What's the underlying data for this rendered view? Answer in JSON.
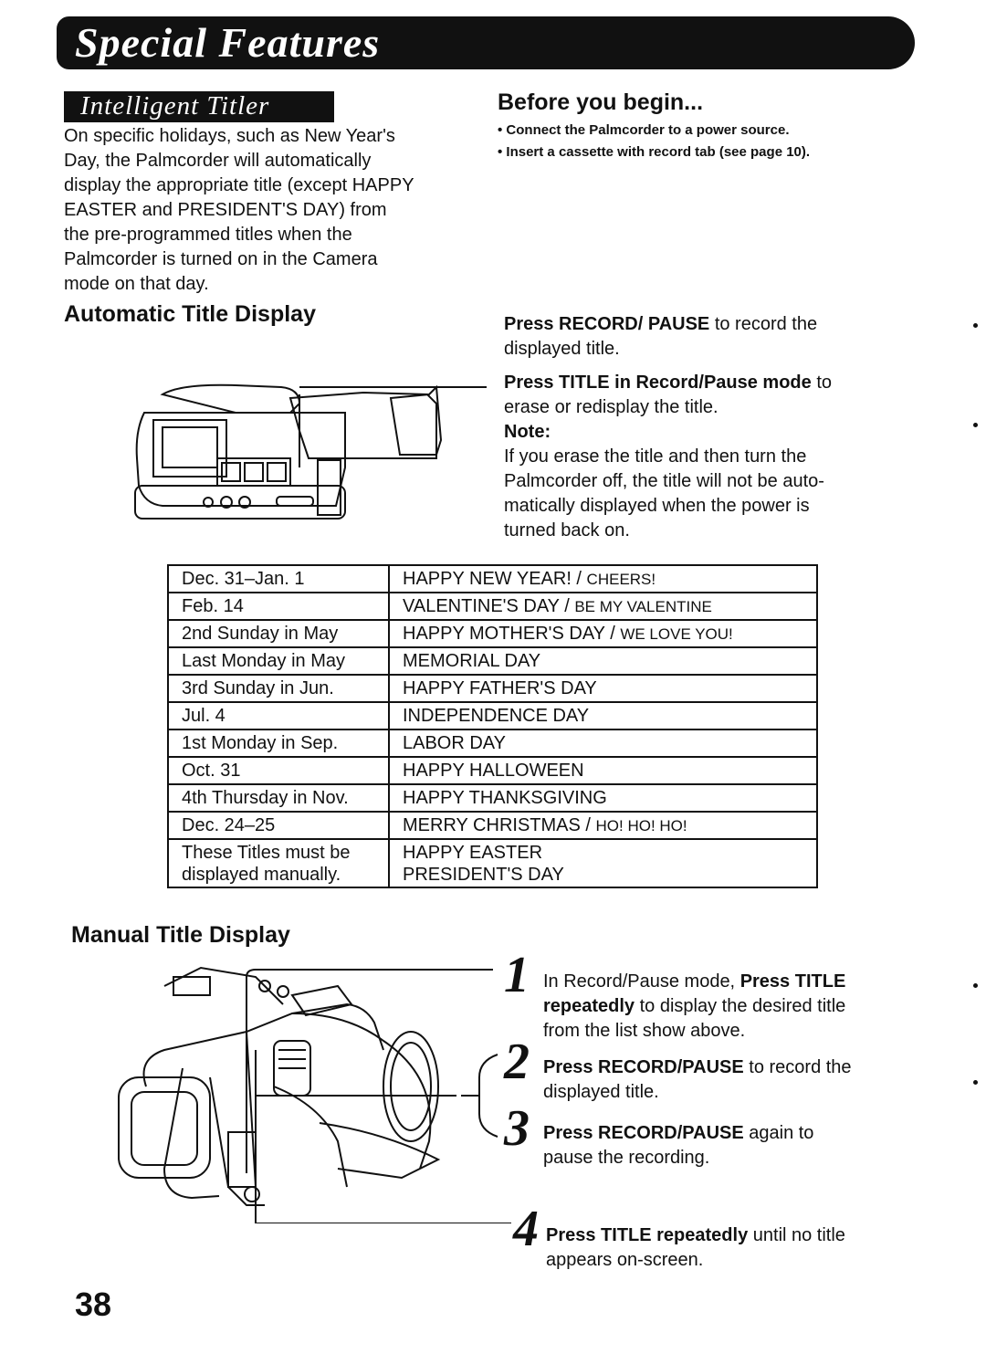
{
  "header": {
    "title": "Special Features"
  },
  "section_tag": "Intelligent Titler",
  "intro": [
    "On specific holidays, such as New Year's",
    "Day, the Palmcorder will automatically",
    "display the appropriate title (except HAPPY",
    "EASTER and PRESIDENT'S DAY) from",
    "the pre-programmed titles when the",
    "Palmcorder is turned on in the Camera",
    "mode on that day."
  ],
  "before": {
    "heading": "Before you begin...",
    "bullets": [
      "• Connect the Palmcorder to a power source.",
      "• Insert a cassette with record tab (see page 10)."
    ]
  },
  "auto": {
    "heading": "Automatic Title Display",
    "p1_bold": "Press RECORD/ PAUSE",
    "p1_rest": " to record the",
    "p1_line2": "displayed title.",
    "p2_bold": "Press TITLE in Record/Pause mode",
    "p2_rest": " to",
    "p2_line2": "erase or redisplay the title.",
    "note_label": "Note:",
    "note": [
      "If you erase the title and then turn the",
      "Palmcorder off, the title will not be auto-",
      "matically displayed when the power is",
      "turned back on."
    ]
  },
  "table": {
    "rows": [
      {
        "date": "Dec. 31–Jan. 1",
        "title": "HAPPY NEW YEAR! / ",
        "title_small": "CHEERS!"
      },
      {
        "date": "Feb. 14",
        "title": "VALENTINE'S DAY / ",
        "title_small": "BE MY VALENTINE"
      },
      {
        "date": "2nd Sunday in May",
        "title": "HAPPY MOTHER'S DAY / ",
        "title_small": "WE LOVE YOU!"
      },
      {
        "date": "Last Monday in May",
        "title": "MEMORIAL DAY",
        "title_small": ""
      },
      {
        "date": "3rd Sunday in Jun.",
        "title": "HAPPY FATHER'S DAY",
        "title_small": ""
      },
      {
        "date": "Jul. 4",
        "title": "INDEPENDENCE DAY",
        "title_small": ""
      },
      {
        "date": "1st Monday in Sep.",
        "title": "LABOR DAY",
        "title_small": ""
      },
      {
        "date": "Oct. 31",
        "title": "HAPPY HALLOWEEN",
        "title_small": ""
      },
      {
        "date": "4th Thursday in Nov.",
        "title": "HAPPY THANKSGIVING",
        "title_small": ""
      },
      {
        "date": "Dec. 24–25",
        "title": "MERRY CHRISTMAS / ",
        "title_small": "HO! HO! HO!"
      }
    ],
    "manual_row": {
      "date_l1": "These Titles must be",
      "date_l2": "displayed manually.",
      "title_l1": "HAPPY EASTER",
      "title_l2": "PRESIDENT'S DAY"
    }
  },
  "manual": {
    "heading": "Manual Title Display",
    "steps": [
      {
        "num": "1",
        "pre": "In Record/Pause mode, ",
        "bold": "Press TITLE",
        "l2_bold": "repeatedly",
        "l2_rest": " to display the desired title",
        "l3": "from the list show above."
      },
      {
        "num": "2",
        "bold": "Press RECORD/PAUSE",
        "rest": " to record the",
        "l2": "displayed title."
      },
      {
        "num": "3",
        "bold": "Press RECORD/PAUSE",
        "rest": " again to",
        "l2": "pause the recording."
      },
      {
        "num": "4",
        "bold": "Press TITLE repeatedly",
        "rest": " until no title",
        "l2": "appears on-screen."
      }
    ]
  },
  "page_number": "38"
}
